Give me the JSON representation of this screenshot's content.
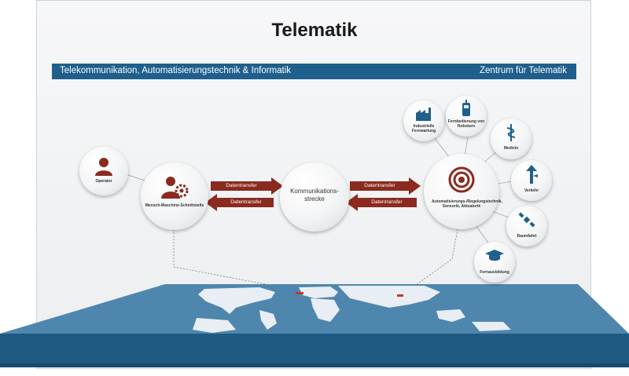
{
  "title": "Telematik",
  "banner": {
    "left": "Telekommunikation, Automatisierungstechnik & Informatik",
    "right": "Zentrum für Telematik"
  },
  "nodes": {
    "operator": "Operator",
    "mmi": "Mensch-Maschine-Schnittstelle",
    "comm": "Kommunikations-strecke",
    "auto": "Automatisierungs-/Regelungstechnik, Sensorik, Aktuatorik"
  },
  "arrows": {
    "right1": "Datentransfer",
    "left1": "Datentransfer",
    "right2": "Datentransfer",
    "left2": "Datentransfer"
  },
  "apps": {
    "industrie": "Industrielle Fernwartung",
    "roboter": "Fernbedienung von Robotern",
    "medizin": "Medizin",
    "verkehr": "Verkehr",
    "raumfahrt": "Raumfahrt",
    "fernausbildung": "Fernausbildung"
  },
  "colors": {
    "banner": "#1f5f8b",
    "accent_red": "#8b2a1f",
    "icon_blue": "#1f5f8b",
    "platform_top": "#4f86ae",
    "platform_side": "#1e5a82"
  }
}
